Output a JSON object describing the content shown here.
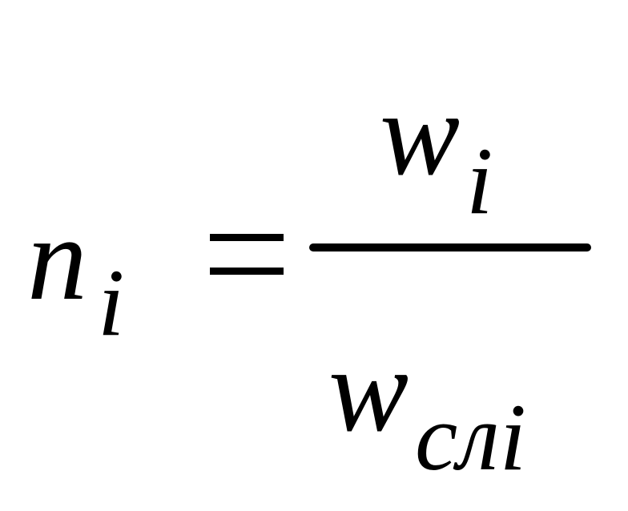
{
  "formula": {
    "lhs": {
      "variable": "n",
      "subscript": "i"
    },
    "operator": "=",
    "numerator": {
      "variable": "w",
      "subscript": "i"
    },
    "denominator": {
      "variable": "w",
      "subscript": "слi"
    }
  }
}
